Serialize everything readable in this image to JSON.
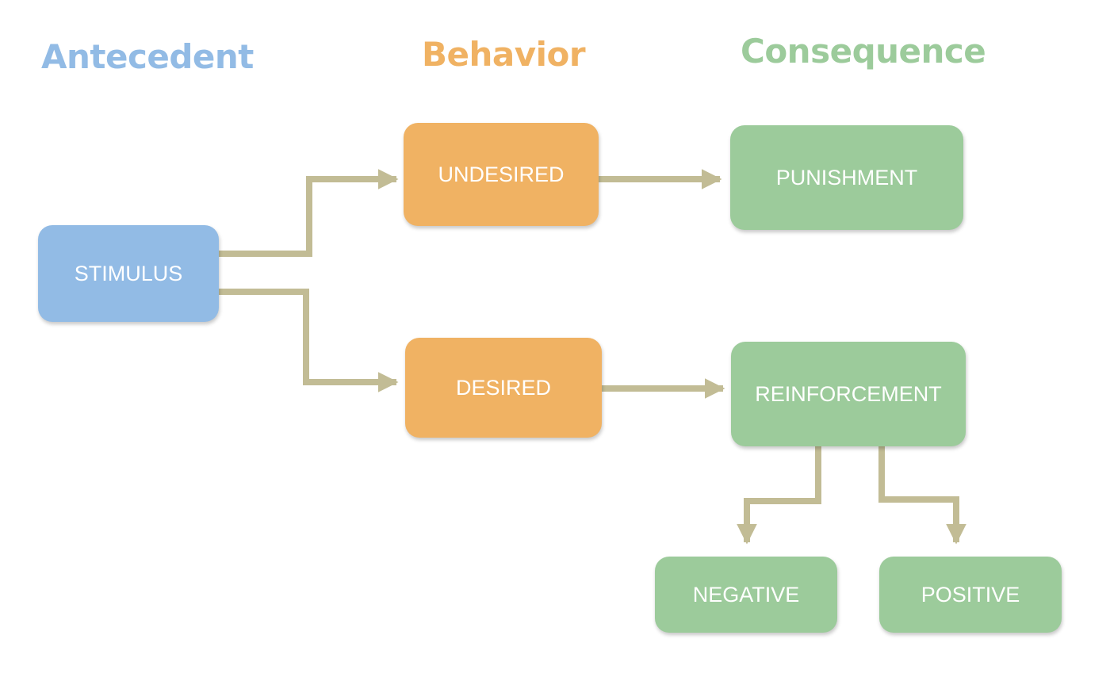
{
  "colors": {
    "antecedent": "#92bbe5",
    "behavior": "#f0b263",
    "consequence": "#9ccb9b",
    "connector": "#c2bc95"
  },
  "headers": {
    "antecedent": "Antecedent",
    "behavior": "Behavior",
    "consequence": "Consequence"
  },
  "nodes": {
    "stimulus": "STIMULUS",
    "undesired": "UNDESIRED",
    "desired": "DESIRED",
    "punishment": "PUNISHMENT",
    "reinforcement": "REINFORCEMENT",
    "negative": "NEGATIVE",
    "positive": "POSITIVE"
  },
  "edges": [
    {
      "from": "stimulus",
      "to": "undesired"
    },
    {
      "from": "stimulus",
      "to": "desired"
    },
    {
      "from": "undesired",
      "to": "punishment"
    },
    {
      "from": "desired",
      "to": "reinforcement"
    },
    {
      "from": "reinforcement",
      "to": "negative"
    },
    {
      "from": "reinforcement",
      "to": "positive"
    }
  ]
}
